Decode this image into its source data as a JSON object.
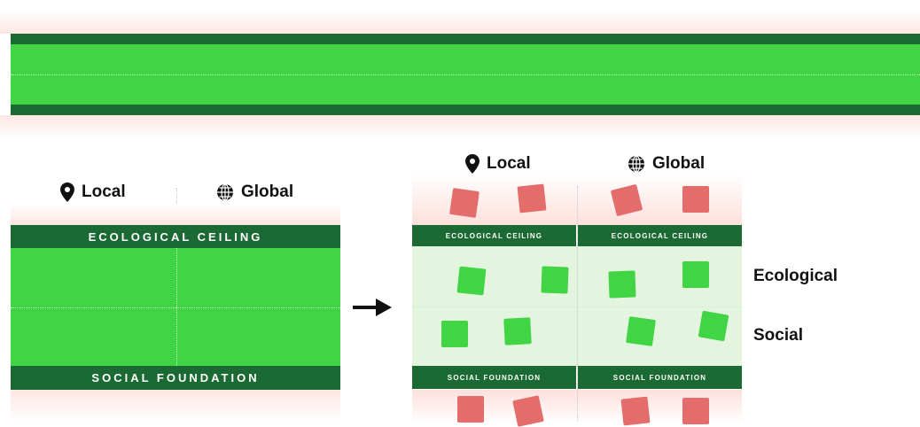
{
  "left_panel": {
    "local_label": "Local",
    "global_label": "Global",
    "ceiling_label": "ECOLOGICAL CEILING",
    "foundation_label": "SOCIAL FOUNDATION"
  },
  "right_panel": {
    "local_label": "Local",
    "global_label": "Global",
    "local_ceiling_label": "ECOLOGICAL CEILING",
    "global_ceiling_label": "ECOLOGICAL CEILING",
    "local_foundation_label": "SOCIAL FOUNDATION",
    "global_foundation_label": "SOCIAL FOUNDATION",
    "row_labels": {
      "ecological": "Ecological",
      "social": "Social"
    }
  },
  "icons": {
    "local": "map-pin-icon",
    "global": "globe-icon",
    "transition": "arrow-right-icon"
  },
  "colors": {
    "band_dark": "#1b6a33",
    "band_green": "#41d444",
    "inner_pale": "#e3f4df",
    "overshoot_glow": "#fde6e2",
    "square_red": "#e46d6b",
    "square_green": "#41d444"
  }
}
